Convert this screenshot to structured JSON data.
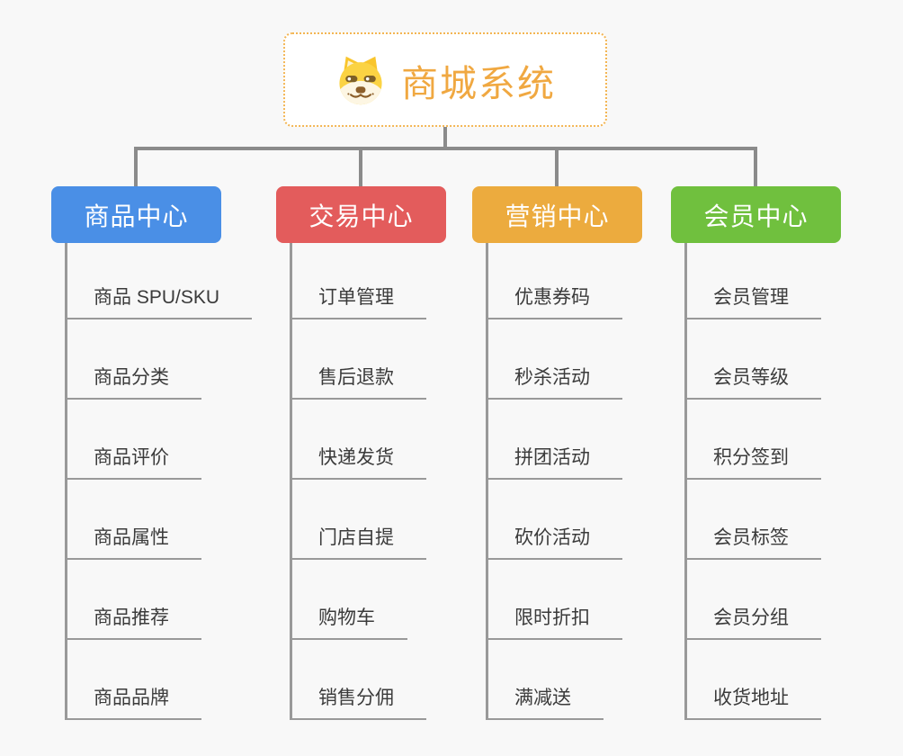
{
  "root": {
    "title": "商城系统",
    "icon": "doge-icon"
  },
  "branches": [
    {
      "label": "商品中心",
      "color": "#4a8fe6",
      "items": [
        "商品 SPU/SKU",
        "商品分类",
        "商品评价",
        "商品属性",
        "商品推荐",
        "商品品牌"
      ]
    },
    {
      "label": "交易中心",
      "color": "#e35c5c",
      "items": [
        "订单管理",
        "售后退款",
        "快递发货",
        "门店自提",
        "购物车",
        "销售分佣"
      ]
    },
    {
      "label": "营销中心",
      "color": "#ecab3e",
      "items": [
        "优惠券码",
        "秒杀活动",
        "拼团活动",
        "砍价活动",
        "限时折扣",
        "满减送"
      ]
    },
    {
      "label": "会员中心",
      "color": "#70c03e",
      "items": [
        "会员管理",
        "会员等级",
        "积分签到",
        "会员标签",
        "会员分组",
        "收货地址"
      ]
    }
  ],
  "colors": {
    "background": "#f8f8f8",
    "root_accent": "#f0a841",
    "root_border": "#f3b553",
    "connector": "#8b8b8b",
    "branch_line": "#999999",
    "item_text": "#3b3b3b",
    "node_text": "#ffffff"
  }
}
